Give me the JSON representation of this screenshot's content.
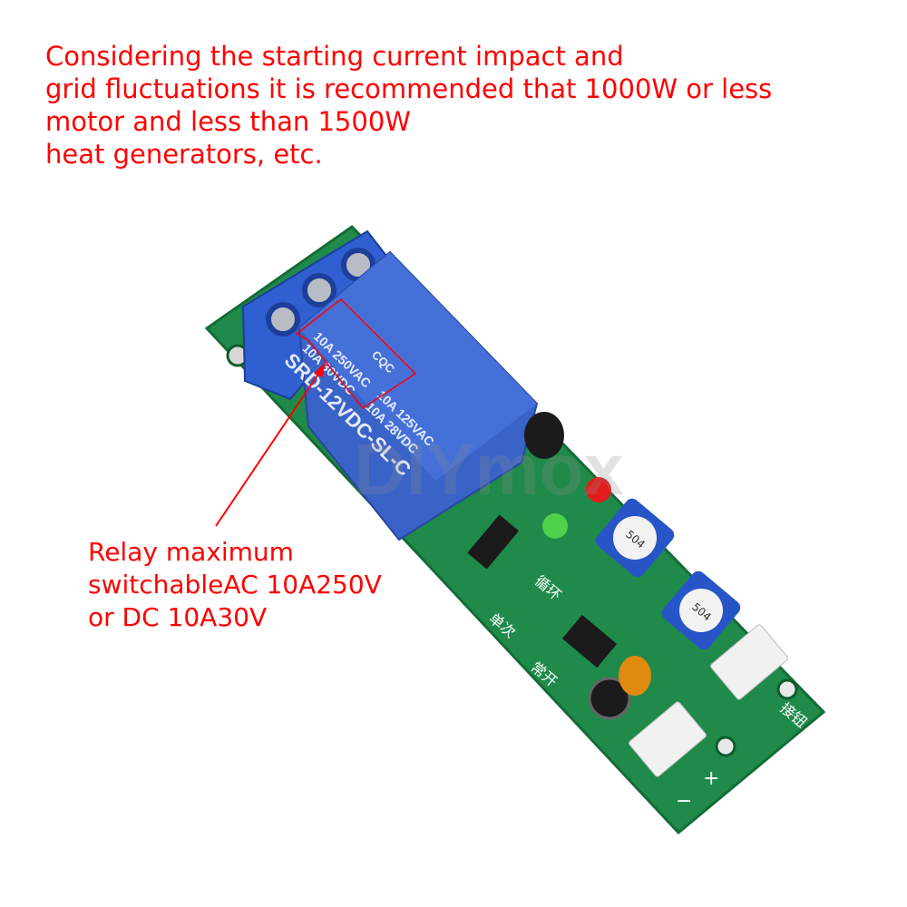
{
  "top_caption": {
    "lines": [
      "Considering the starting current impact and",
      "grid fluctuations it is recommended that 1000W or less",
      "motor and less than 1500W",
      "heat generators, etc."
    ]
  },
  "relay_caption": {
    "lines": [
      "Relay maximum",
      "switchableAC 10A250V",
      "or DC 10A30V"
    ]
  },
  "relay": {
    "brand_mark": "CQC",
    "rating_1": "10A 250VAC",
    "rating_2": "10A 30VDC",
    "model": "SRD-12VDC-SL-C",
    "rating_3": "10A 125VAC",
    "rating_4": "10A 28VDC"
  },
  "board": {
    "silkscreen_labels": [
      "单次",
      "循环",
      "常开",
      "接钮",
      "−",
      "+"
    ],
    "potentiometer_label": "504"
  },
  "watermark": "DIYmox",
  "colors": {
    "annotation": "#ff0000",
    "pcb": "#1f8a4a",
    "relay": "#3a63c8",
    "terminal": "#2f5fd0"
  }
}
